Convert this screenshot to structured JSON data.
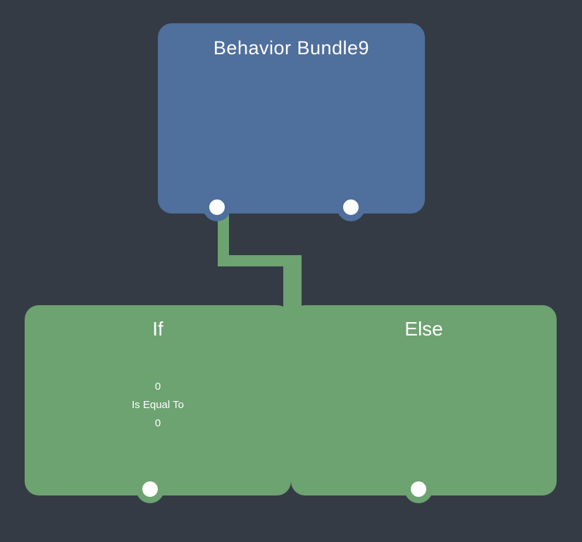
{
  "colors": {
    "bg": "#353b44",
    "blue": "#4f6f9c",
    "green": "#6da271",
    "white": "#ffffff"
  },
  "nodes": {
    "bundle": {
      "title": "Behavior Bundle9"
    },
    "if": {
      "label": "If",
      "condition": [
        "0",
        "Is Equal To",
        "0"
      ]
    },
    "else": {
      "label": "Else"
    }
  }
}
